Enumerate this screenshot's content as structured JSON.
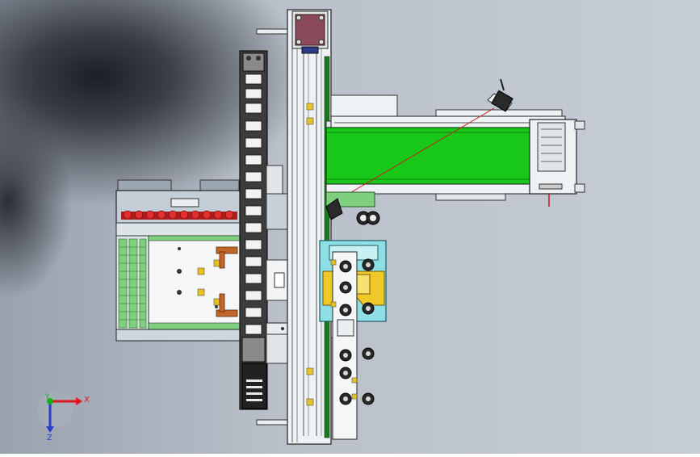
{
  "triad": {
    "x_label": "X",
    "y_label": "Y",
    "z_label": "Z",
    "x_color": "#e0141e",
    "y_color": "#18b018",
    "z_color": "#2a3cc8"
  },
  "colors": {
    "belt": "#18c818",
    "motor": "#8a4a5a",
    "fixture": "#8fe0e6",
    "part": "#f0c828",
    "pcb": "#c7d3d8",
    "chain": "#3a3a3a",
    "laser": "#d01818"
  }
}
